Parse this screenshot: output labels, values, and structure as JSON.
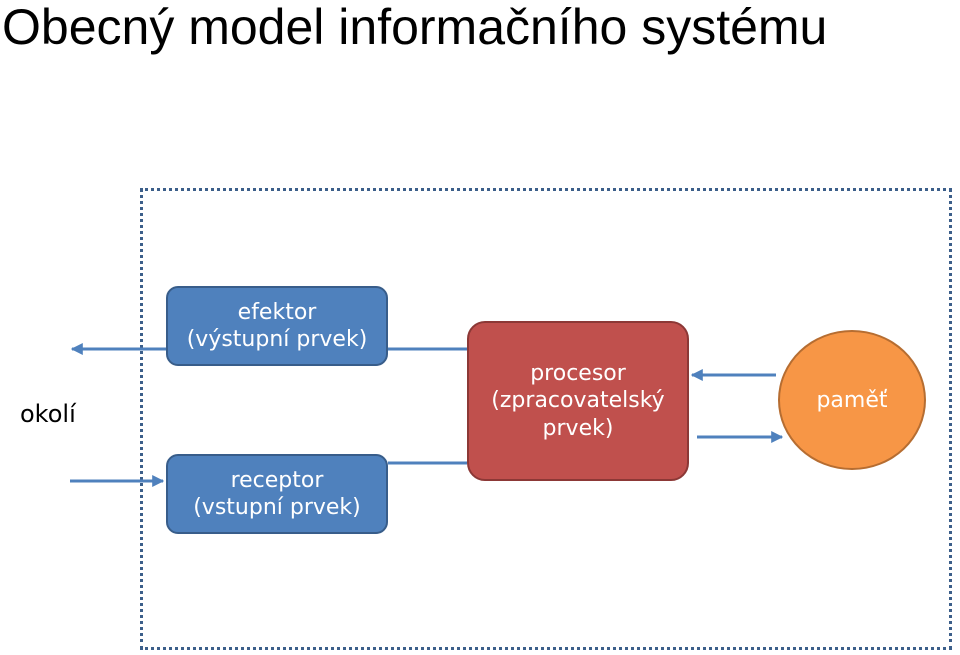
{
  "title": "Obecný model informačního systému",
  "environment_label": "okolí",
  "nodes": {
    "efektor": {
      "line1": "efektor",
      "line2": "(výstupní prvek)"
    },
    "receptor": {
      "line1": "receptor",
      "line2": "(vstupní prvek)"
    },
    "procesor": {
      "line1": "procesor",
      "line2": "(zpracovatelský",
      "line3": "prvek)"
    },
    "pamet": {
      "label": "paměť"
    }
  },
  "colors": {
    "boundary": "#3c5f8a",
    "arrow": "#4f81bd",
    "io_box": "#4f81bd",
    "processor": "#c0504d",
    "memory": "#f79646"
  }
}
